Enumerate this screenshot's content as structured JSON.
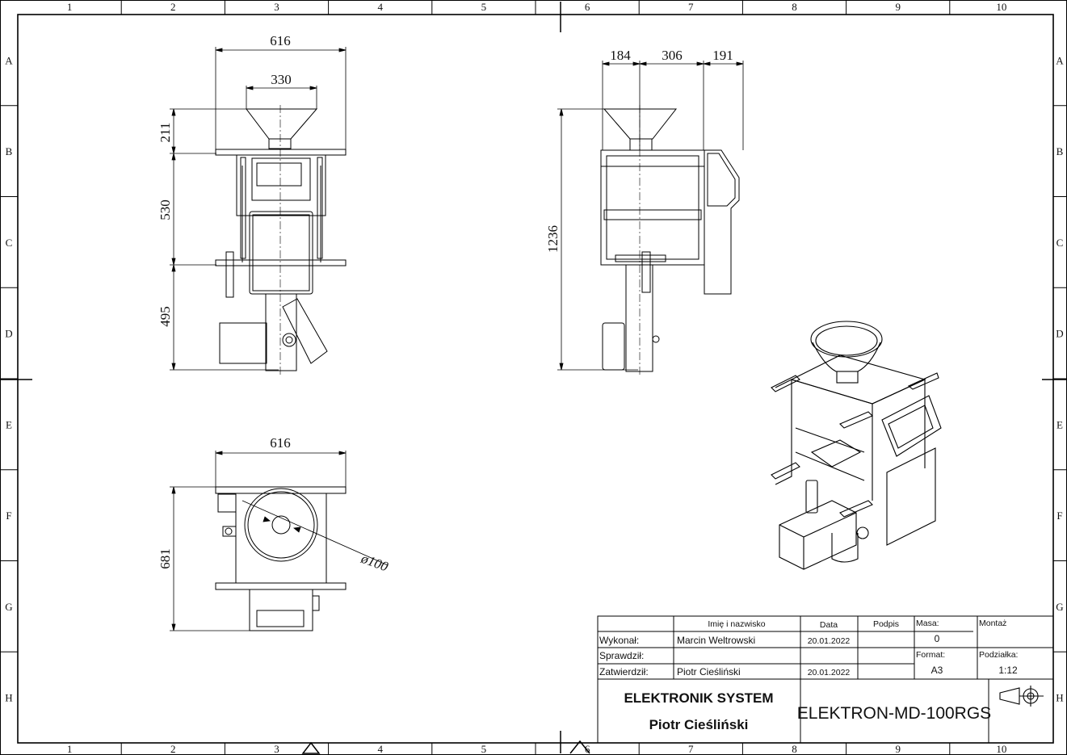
{
  "columns": [
    "1",
    "2",
    "3",
    "4",
    "5",
    "6",
    "7",
    "8",
    "9",
    "10"
  ],
  "rows": [
    "A",
    "B",
    "C",
    "D",
    "E",
    "F",
    "G",
    "H"
  ],
  "front_view": {
    "width_label": "616",
    "hopper_label": "330",
    "h1_label": "211",
    "h2_label": "530",
    "h3_label": "495"
  },
  "side_view": {
    "w1_label": "184",
    "w2_label": "306",
    "w3_label": "191",
    "height_label": "1236"
  },
  "top_view": {
    "width_label": "616",
    "depth_label": "681",
    "diameter_label": "ø100"
  },
  "title_block": {
    "h_name": "Imię i nazwisko",
    "h_date": "Data",
    "h_sign": "Podpis",
    "h_mass": "Masa:",
    "h_assembly": "Montaż",
    "mass_value": "0",
    "r1_label": "Wykonał:",
    "r1_name": "Marcin Weltrowski",
    "r1_date": "20.01.2022",
    "r2_label": "Sprawdził:",
    "h_format": "Format:",
    "format_value": "A3",
    "h_scale": "Podziałka:",
    "scale_value": "1:12",
    "r3_label": "Zatwierdził:",
    "r3_name": "Piotr Cieśliński",
    "r3_date": "20.01.2022",
    "company_line1": "ELEKTRONIK SYSTEM",
    "company_line2": "Piotr Cieśliński",
    "drawing_number": "ELEKTRON-MD-100RGS"
  }
}
